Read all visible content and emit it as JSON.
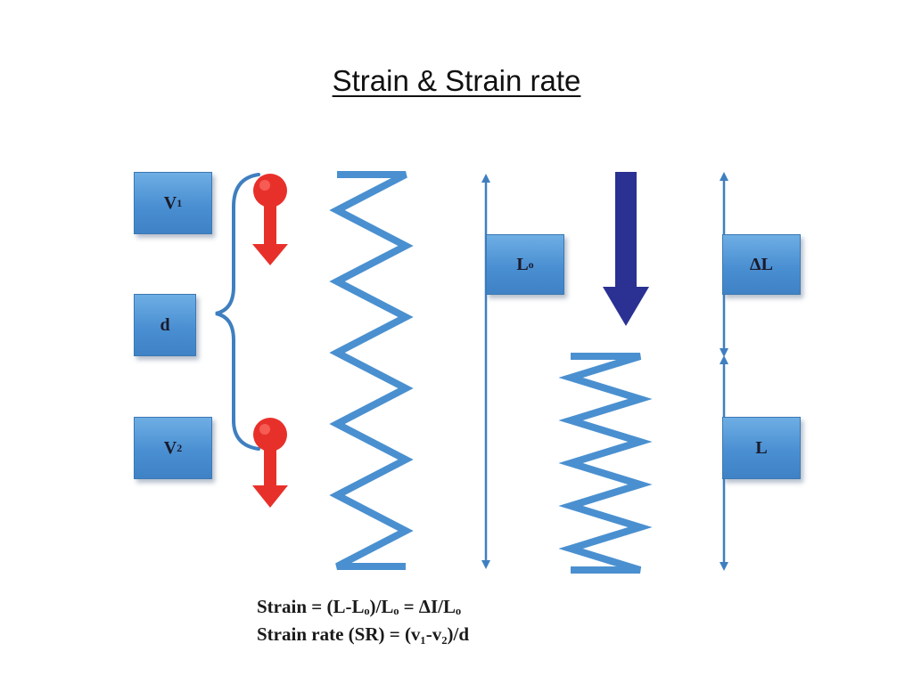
{
  "title": "Strain & Strain rate",
  "labels": {
    "v1": "V",
    "v1_sub": "1",
    "d": "d",
    "v2": "V",
    "v2_sub": "2",
    "l0": "L",
    "l0_sub": "o",
    "delta_l": "ΔL",
    "l": "L"
  },
  "formulas": {
    "strain": "Strain = (L-Lₒ)/Lₒ = ΔI/Lₒ",
    "strain_rate": "Strain rate (SR) = (v₁-v₂)/d"
  },
  "colors": {
    "spring": "#4a90d0",
    "line": "#3f7fc0",
    "red_arrow": "#e8302a",
    "navy_arrow": "#2a3192",
    "box": "#4a8fd2"
  }
}
